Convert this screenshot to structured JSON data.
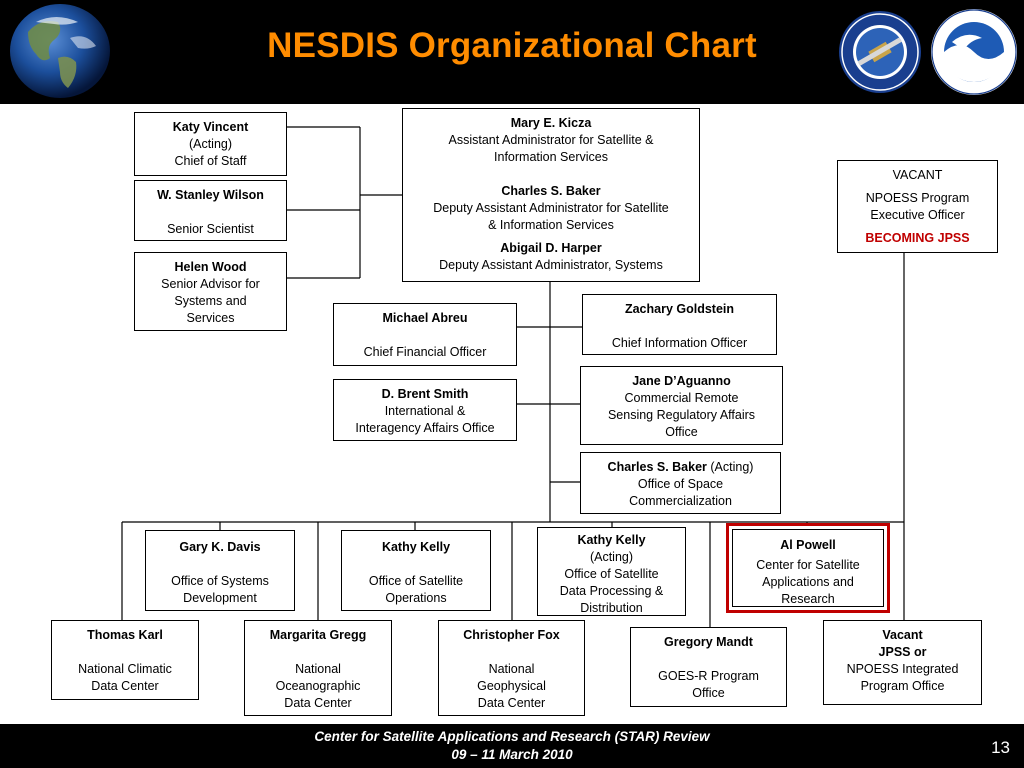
{
  "header": {
    "title": "NESDIS Organizational Chart",
    "globe_icon": "earth-globe-icon",
    "logos": [
      "noaa-nesdis-star-logo",
      "noaa-logo"
    ],
    "colors": {
      "background": "#000000",
      "title": "#ff8c00"
    }
  },
  "chart": {
    "top": {
      "name": "Mary E. Kicza",
      "title": [
        "Assistant Administrator for Satellite &",
        "Information Services"
      ],
      "deputy1_name": "Charles S. Baker",
      "deputy1_title": [
        "Deputy Assistant Administrator for Satellite",
        "& Information Services"
      ],
      "deputy2_name": "Abigail D. Harper",
      "deputy2_title": "Deputy Assistant Administrator, Systems"
    },
    "staff_left": [
      {
        "name": "Katy Vincent",
        "lines": [
          "(Acting)",
          "Chief of Staff"
        ]
      },
      {
        "name": "W. Stanley Wilson",
        "lines": [
          "Senior Scientist"
        ]
      },
      {
        "name": "Helen Wood",
        "lines": [
          "Senior Advisor for",
          "Systems and",
          "Services"
        ]
      }
    ],
    "vacant_npoess": {
      "name": "VACANT",
      "lines": [
        "NPOESS Program",
        "Executive Officer"
      ],
      "note": "BECOMING JPSS"
    },
    "mid_left": [
      {
        "name": "Michael Abreu",
        "lines": [
          "Chief Financial Officer"
        ]
      },
      {
        "name": "D. Brent Smith",
        "lines": [
          "International &",
          "Interagency Affairs Office"
        ]
      }
    ],
    "mid_right": [
      {
        "name": "Zachary Goldstein",
        "lines": [
          "Chief Information Officer"
        ]
      },
      {
        "name": "Jane D’Aguanno",
        "lines": [
          "Commercial Remote",
          "Sensing Regulatory Affairs",
          "Office"
        ]
      },
      {
        "name": "Charles S. Baker",
        "suffix": " (Acting)",
        "lines": [
          "Office of Space",
          "Commercialization"
        ]
      }
    ],
    "offices_row1": [
      {
        "name": "Gary K. Davis",
        "lines": [
          "Office of Systems",
          "Development"
        ]
      },
      {
        "name": "Kathy Kelly",
        "lines": [
          "Office of Satellite",
          "Operations"
        ]
      },
      {
        "name": "Kathy Kelly",
        "lines": [
          "(Acting)",
          "Office of Satellite",
          "Data Processing &",
          "Distribution"
        ]
      },
      {
        "name": "Al Powell",
        "lines": [
          "Center for Satellite",
          "Applications and",
          "Research"
        ]
      }
    ],
    "offices_row2": [
      {
        "name": "Thomas Karl",
        "lines": [
          "National Climatic",
          "Data Center"
        ]
      },
      {
        "name": "Margarita Gregg",
        "lines": [
          "National",
          "Oceanographic",
          "Data Center"
        ]
      },
      {
        "name": "Christopher Fox",
        "lines": [
          "National",
          "Geophysical",
          "Data Center"
        ]
      },
      {
        "name": "Gregory Mandt",
        "lines": [
          "GOES-R Program",
          "Office"
        ]
      },
      {
        "name": "Vacant",
        "name2": "JPSS or",
        "lines": [
          "NPOESS Integrated",
          "Program Office"
        ]
      }
    ],
    "colors": {
      "highlight": "#c00000"
    }
  },
  "footer": {
    "line1": "Center for Satellite Applications and Research (STAR) Review",
    "line2": "09 – 11 March 2010",
    "page_number": "13"
  }
}
